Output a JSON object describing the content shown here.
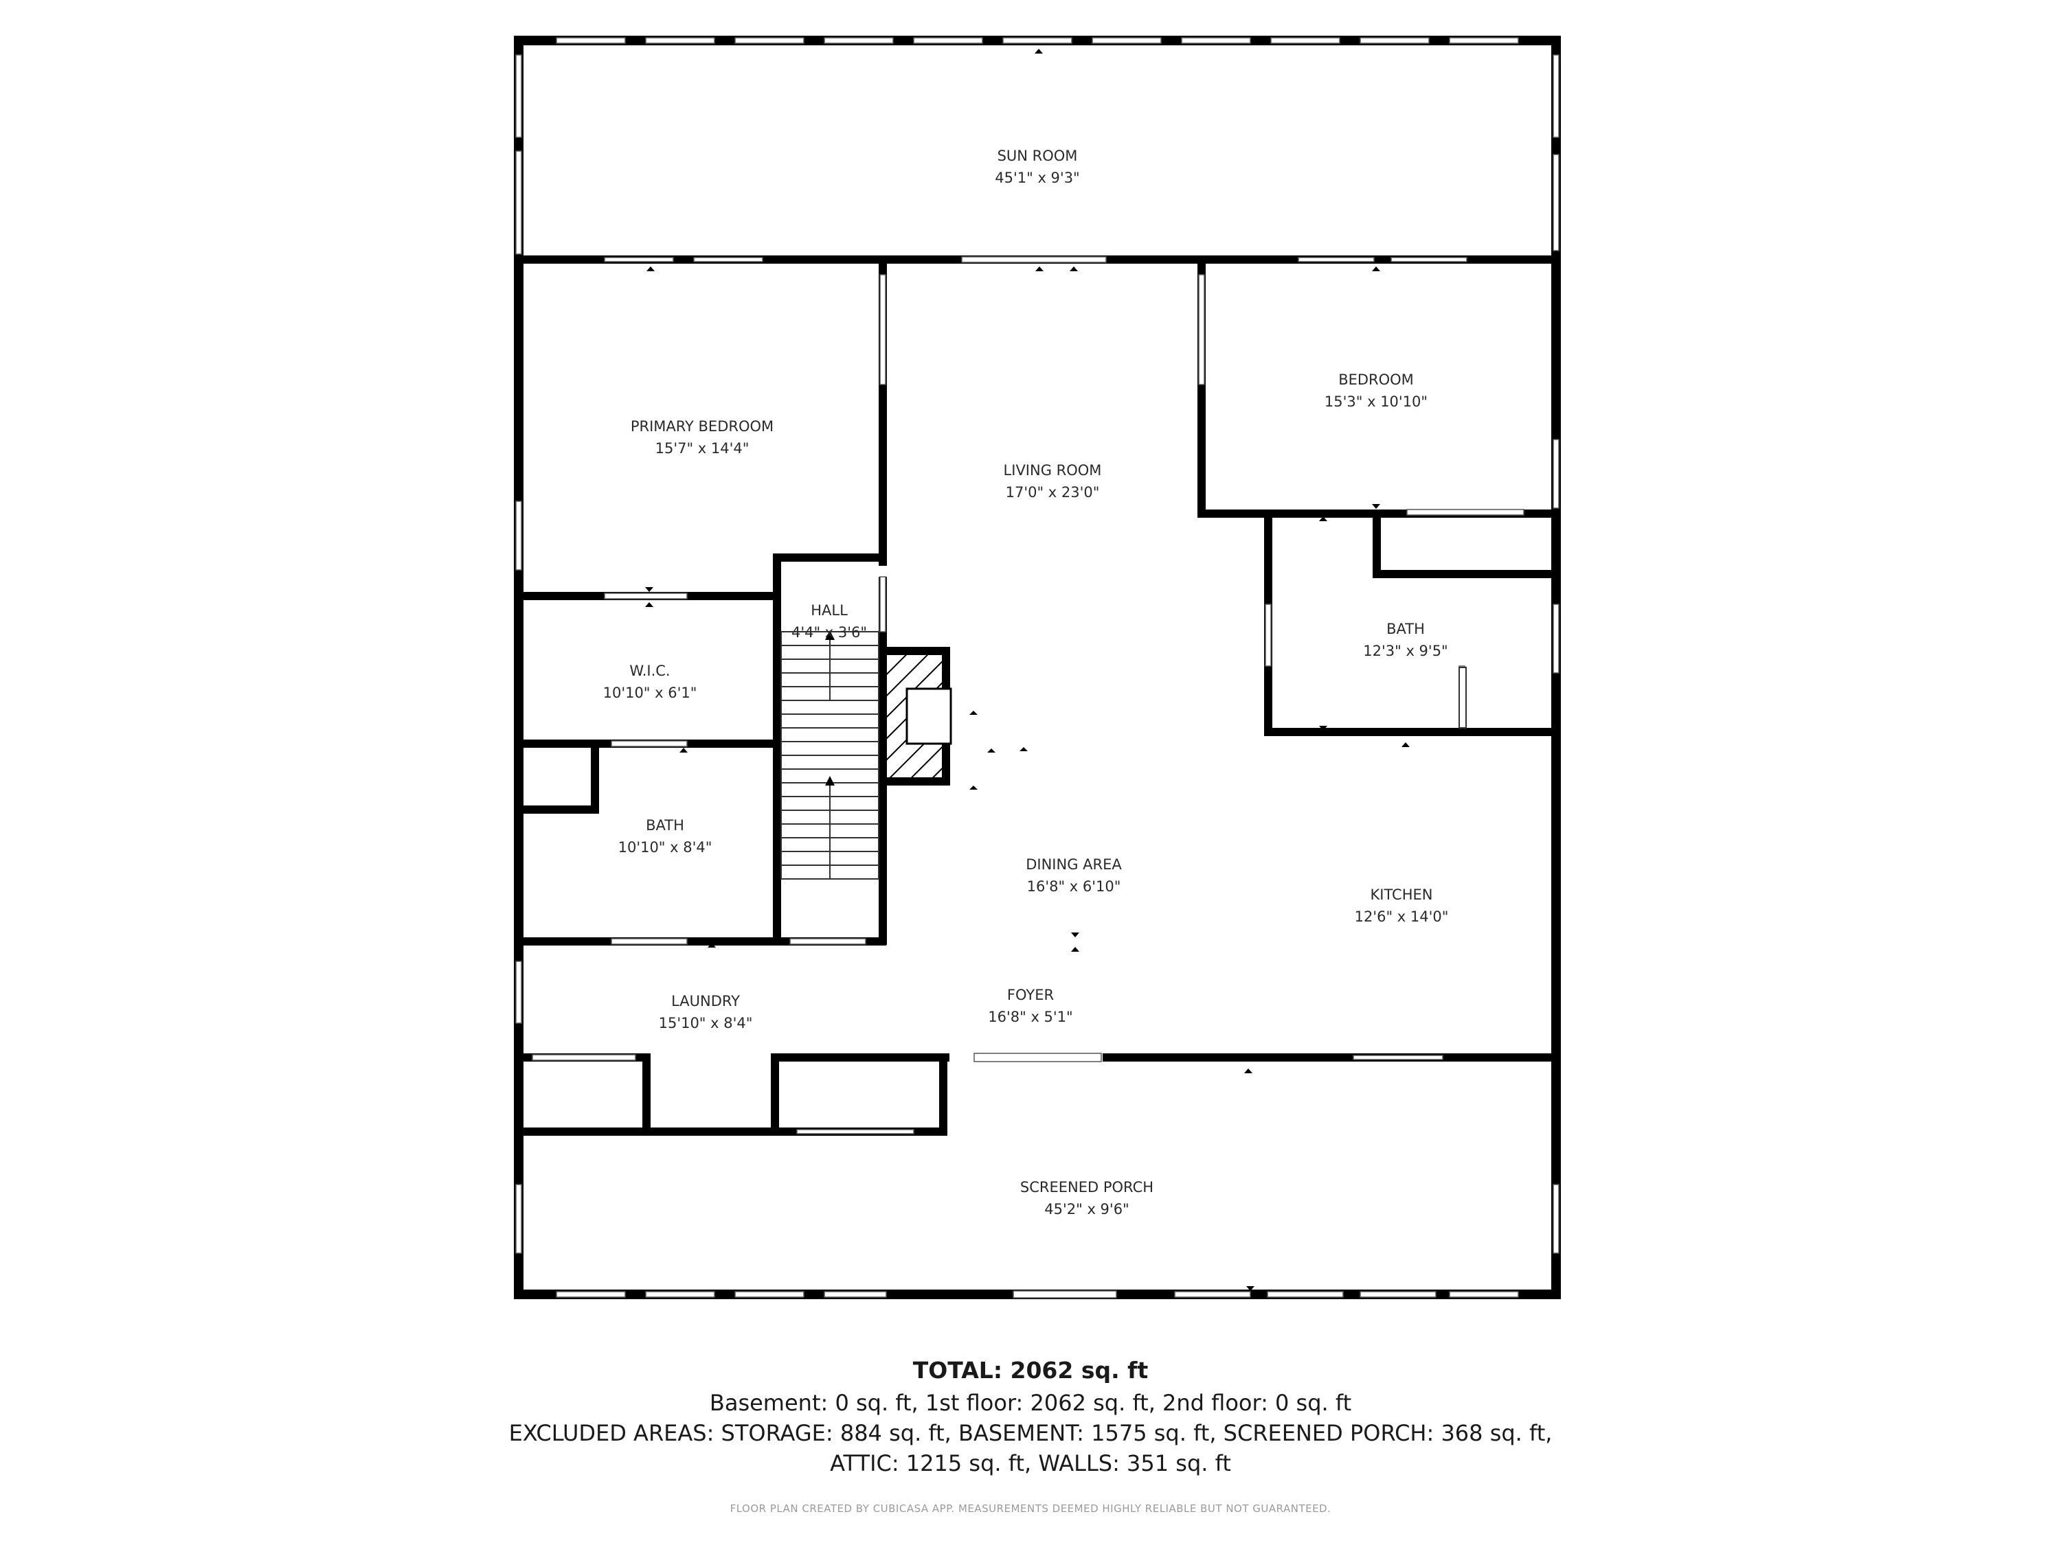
{
  "rooms": {
    "sun_room": {
      "name": "SUN ROOM",
      "dims": "45'1\" x 9'3\""
    },
    "primary_bedroom": {
      "name": "PRIMARY BEDROOM",
      "dims": "15'7\" x 14'4\""
    },
    "living_room": {
      "name": "LIVING ROOM",
      "dims": "17'0\" x 23'0\""
    },
    "bedroom": {
      "name": "BEDROOM",
      "dims": "15'3\" x 10'10\""
    },
    "hall": {
      "name": "HALL",
      "dims": "4'4\" x 3'6\""
    },
    "wic": {
      "name": "W.I.C.",
      "dims": "10'10\" x 6'1\""
    },
    "bath_right": {
      "name": "BATH",
      "dims": "12'3\" x 9'5\""
    },
    "bath_left": {
      "name": "BATH",
      "dims": "10'10\" x 8'4\""
    },
    "dining_area": {
      "name": "DINING AREA",
      "dims": "16'8\" x 6'10\""
    },
    "kitchen": {
      "name": "KITCHEN",
      "dims": "12'6\" x 14'0\""
    },
    "laundry": {
      "name": "LAUNDRY",
      "dims": "15'10\" x 8'4\""
    },
    "foyer": {
      "name": "FOYER",
      "dims": "16'8\" x 5'1\""
    },
    "screened_porch": {
      "name": "SCREENED PORCH",
      "dims": "45'2\" x 9'6\""
    }
  },
  "totals": {
    "headline": "TOTAL: 2062 sq. ft",
    "floors": "Basement: 0 sq. ft, 1st floor: 2062 sq. ft, 2nd floor: 0 sq. ft",
    "excluded_1": "EXCLUDED AREAS: STORAGE: 884 sq. ft, BASEMENT: 1575 sq. ft, SCREENED PORCH: 368 sq. ft,",
    "excluded_2": "ATTIC: 1215 sq. ft, WALLS: 351 sq. ft"
  },
  "credit": "FLOOR PLAN CREATED BY CUBICASA APP. MEASUREMENTS DEEMED HIGHLY RELIABLE BUT NOT GUARANTEED.",
  "colors": {
    "wall": "#000000",
    "background": "#ffffff",
    "label": "#2a2a2a",
    "credit": "#9a9a9a"
  }
}
